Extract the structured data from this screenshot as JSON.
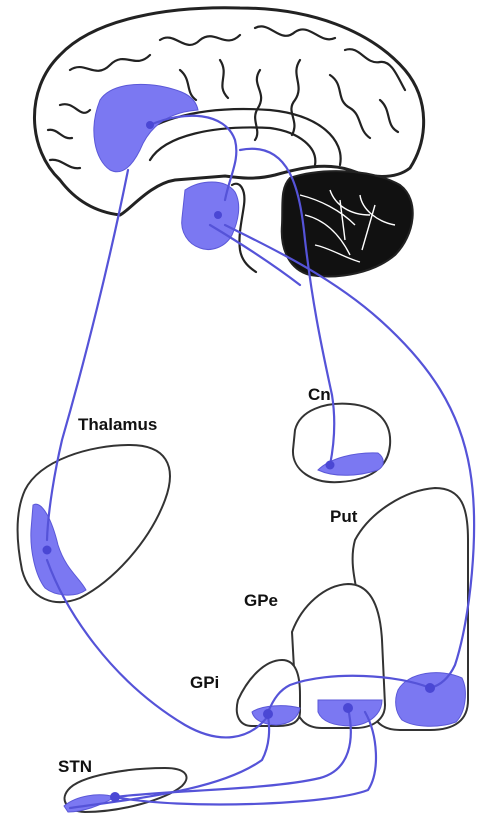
{
  "labels": {
    "thalamus": "Thalamus",
    "cn": "Cn",
    "put": "Put",
    "gpe": "GPe",
    "gpi": "GPi",
    "stn": "STN"
  },
  "colors": {
    "highlight": "#7b78f2",
    "tract": "#5553d8",
    "outline": "#333333",
    "cerebellum": "#111111"
  },
  "icons": {
    "brain": "brain-sagittal-icon",
    "cerebellum": "cerebellum-icon"
  }
}
